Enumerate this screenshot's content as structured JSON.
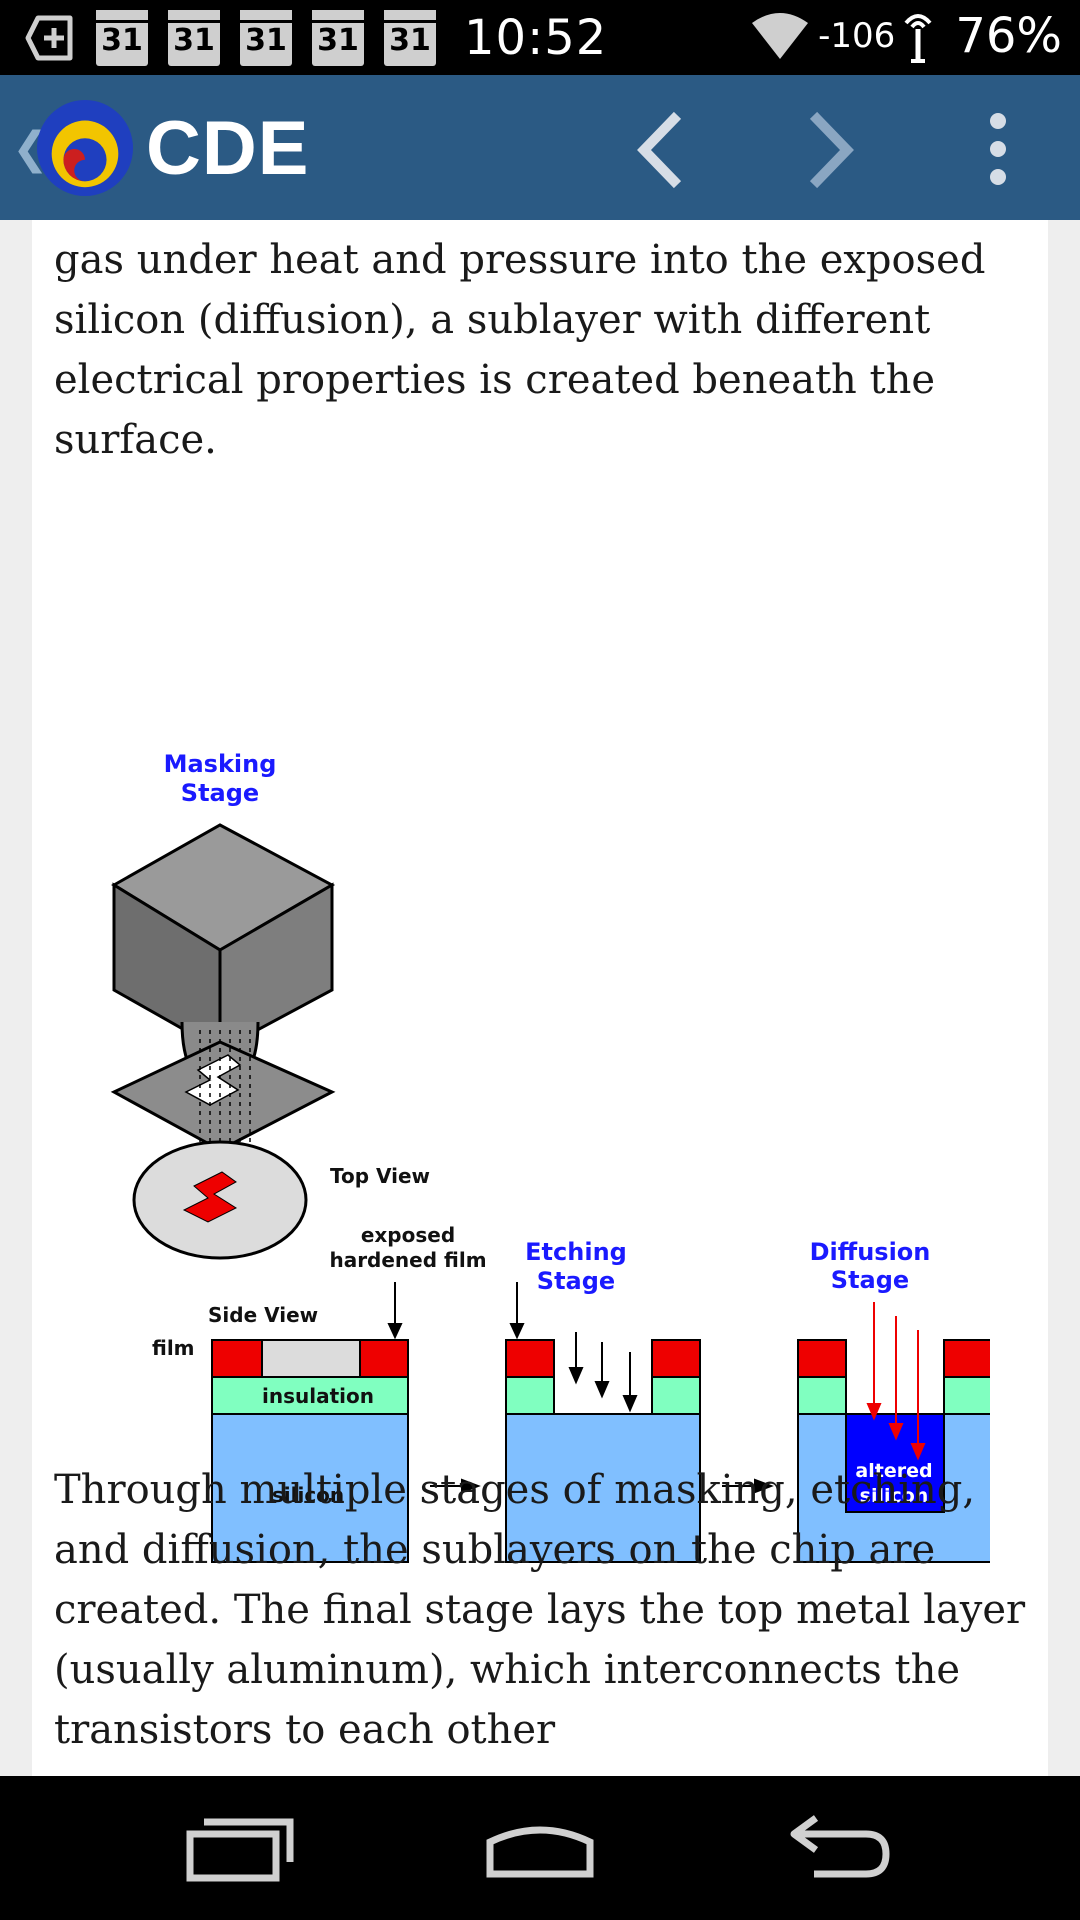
{
  "status_bar": {
    "calendar_day": "31",
    "time": "10:52",
    "signal": "-106",
    "battery": "76%",
    "icons": [
      "add-box-icon",
      "calendar-icon",
      "wifi-icon",
      "signal-icon"
    ]
  },
  "app_bar": {
    "title": "CDE",
    "icons": [
      "up-caret-icon",
      "cde-logo",
      "back-arrow-icon",
      "forward-arrow-icon",
      "overflow-menu-icon"
    ],
    "colors": {
      "background": "#2b5a84"
    }
  },
  "article": {
    "paragraph_1": "gas under heat and pressure into the exposed silicon (diffusion), a sublayer with different electrical properties is created beneath the surface.",
    "paragraph_2": "Through multiple stages of masking, etching, and diffusion, the sublayers on the chip are created. The final stage lays the top metal layer (usually aluminum), which interconnects the transistors to each other"
  },
  "diagram": {
    "masking_stage": [
      "Masking",
      "Stage"
    ],
    "top_view": "Top View",
    "exposed_film": [
      "exposed",
      "hardened film"
    ],
    "etching_stage": [
      "Etching",
      "Stage"
    ],
    "diffusion_stage": [
      "Diffusion",
      "Stage"
    ],
    "side_view": "Side View",
    "film": "film",
    "insulation": "insulation",
    "silicon": "silicon",
    "altered_silicon": [
      "altered",
      "silicon"
    ],
    "colors": {
      "stage_label": "#1a1aff",
      "film": "#ee0000",
      "insulation": "#80ffc0",
      "silicon": "#80bfff",
      "altered": "#0000ff"
    }
  },
  "nav_bar": {
    "icons": [
      "recents-icon",
      "home-icon",
      "back-icon"
    ]
  }
}
